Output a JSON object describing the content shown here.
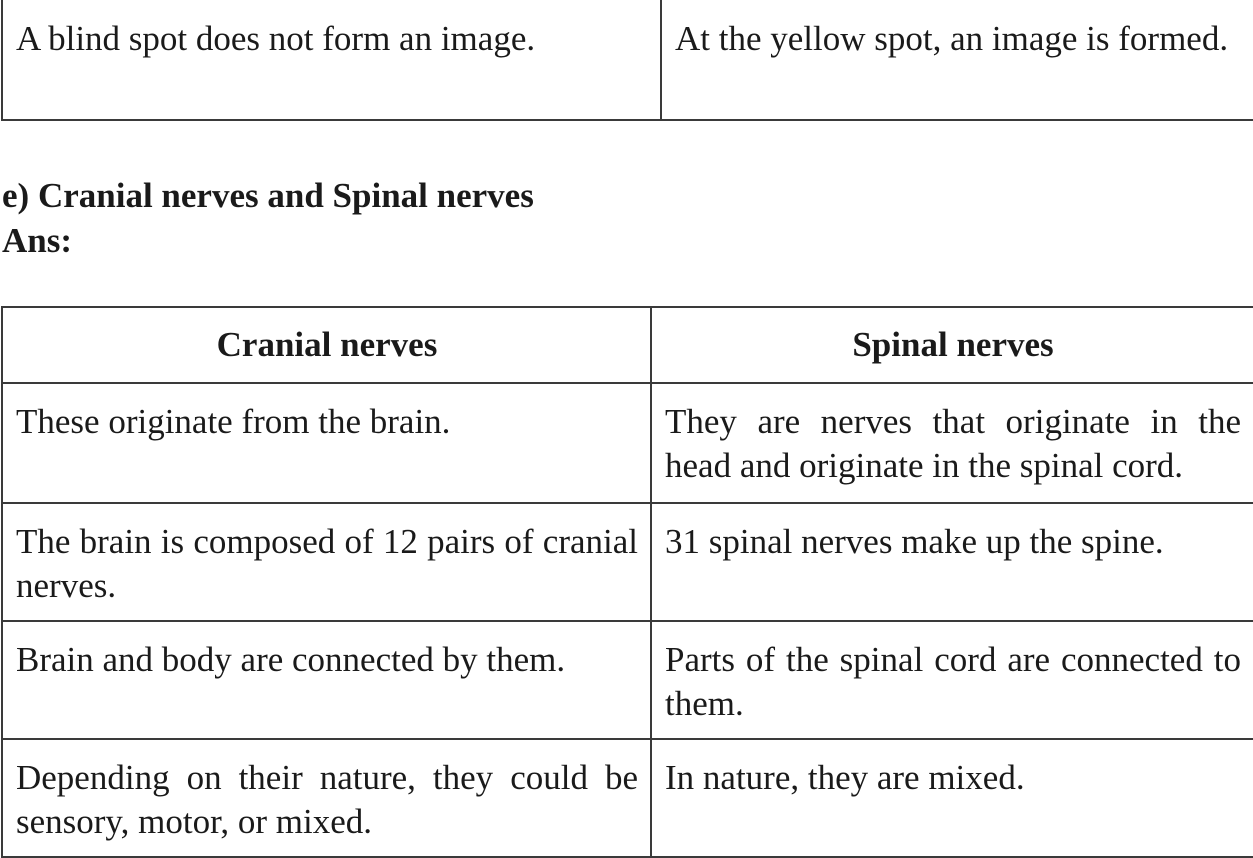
{
  "top_table": {
    "left": "A blind spot does not form an image.",
    "right": "At the yellow spot, an image is formed."
  },
  "section": {
    "heading": "e) Cranial nerves and Spinal nerves",
    "answer_label": "Ans:"
  },
  "nerve_table": {
    "headers": [
      "Cranial nerves",
      "Spinal nerves"
    ],
    "rows": [
      [
        "These originate from the brain.",
        "They are nerves that originate in the head and originate in the spinal cord."
      ],
      [
        "The brain is composed of 12 pairs of cranial nerves.",
        "31 spinal nerves make up the spine."
      ],
      [
        "Brain and body are connected by them.",
        "Parts of the spinal cord are connected to them."
      ],
      [
        "Depending on their nature, they could be sensory, motor, or mixed.",
        "In nature, they are mixed."
      ]
    ]
  }
}
